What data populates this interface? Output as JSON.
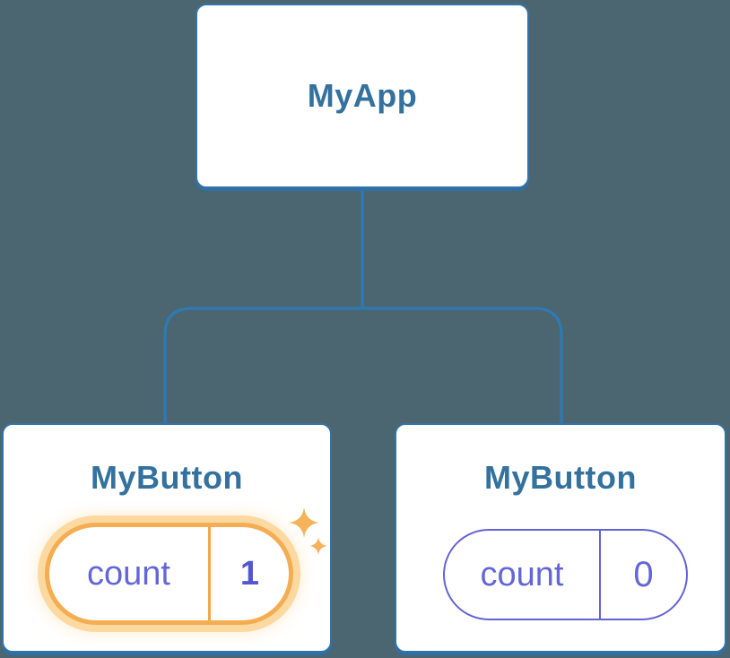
{
  "diagram": {
    "type": "component-tree",
    "background_color": "#4c6671",
    "connector_color": "#2d7ab8",
    "card_border_color": "#3373a7",
    "title_color": "#33719f",
    "state_text_color": "#6366d9",
    "root": {
      "label": "MyApp"
    },
    "children": [
      {
        "label": "MyButton",
        "state": {
          "key": "count",
          "value": "1"
        },
        "highlighted": true,
        "highlight_border_color": "#f4ad52",
        "highlight_glow_color": "#fcd9a1",
        "sparkle_color": "#f6b259"
      },
      {
        "label": "MyButton",
        "state": {
          "key": "count",
          "value": "0"
        },
        "highlighted": false,
        "pill_border_color": "#6363d6"
      }
    ]
  }
}
